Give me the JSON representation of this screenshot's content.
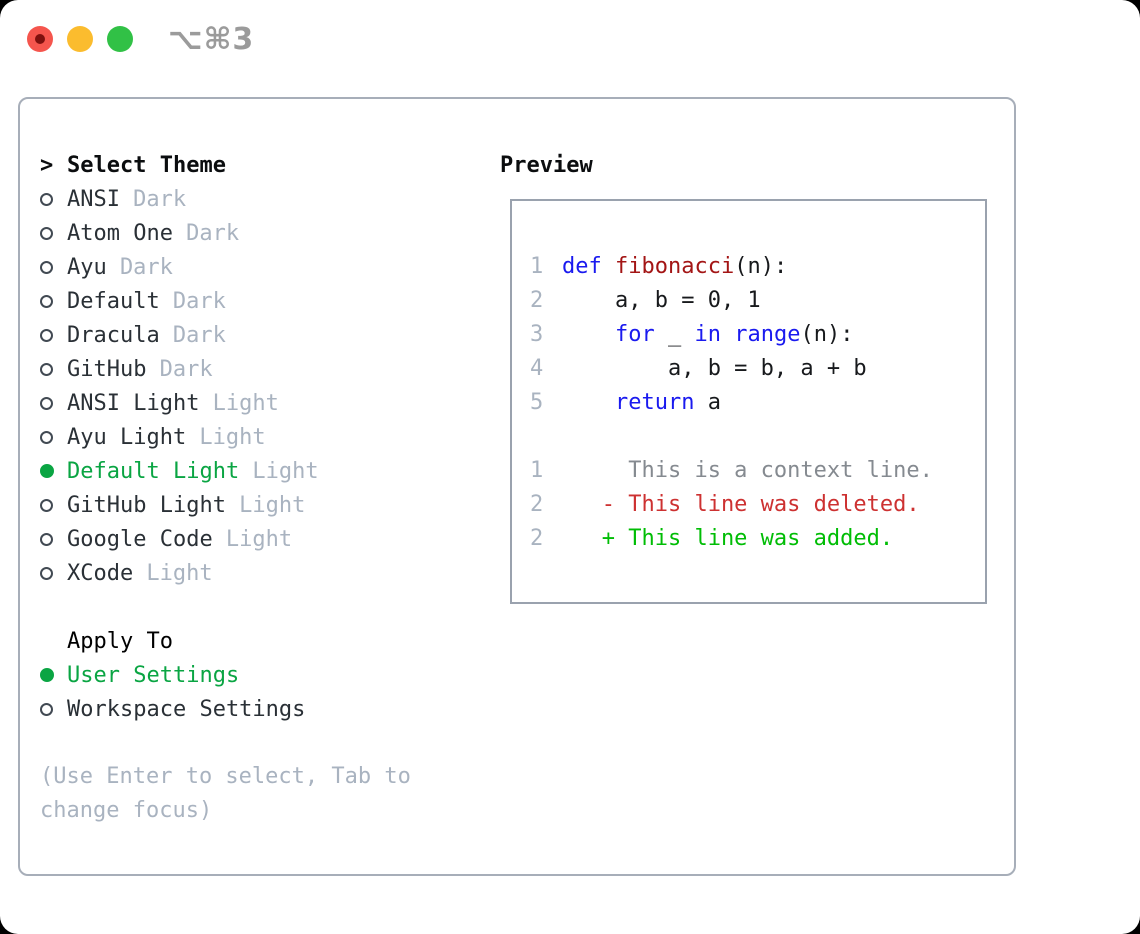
{
  "window": {
    "shortcut": "⌥⌘3"
  },
  "colors": {
    "sel": "#0aa543",
    "kw": "#1a1aef",
    "fn": "#a31515",
    "del": "#cd3131",
    "add": "#00bd05"
  },
  "select_theme": {
    "cursor": ">",
    "title": "Select Theme",
    "items": [
      {
        "name": "ANSI",
        "variant": "Dark",
        "selected": false
      },
      {
        "name": "Atom One",
        "variant": "Dark",
        "selected": false
      },
      {
        "name": "Ayu",
        "variant": "Dark",
        "selected": false
      },
      {
        "name": "Default",
        "variant": "Dark",
        "selected": false
      },
      {
        "name": "Dracula",
        "variant": "Dark",
        "selected": false
      },
      {
        "name": "GitHub",
        "variant": "Dark",
        "selected": false
      },
      {
        "name": "ANSI Light",
        "variant": "Light",
        "selected": false
      },
      {
        "name": "Ayu Light",
        "variant": "Light",
        "selected": false
      },
      {
        "name": "Default Light",
        "variant": "Light",
        "selected": true
      },
      {
        "name": "GitHub Light",
        "variant": "Light",
        "selected": false
      },
      {
        "name": "Google Code",
        "variant": "Light",
        "selected": false
      },
      {
        "name": "XCode",
        "variant": "Light",
        "selected": false
      }
    ]
  },
  "apply_to": {
    "title": "Apply To",
    "items": [
      {
        "name": "User Settings",
        "variant": "",
        "selected": true
      },
      {
        "name": "Workspace Settings",
        "variant": "",
        "selected": false
      }
    ]
  },
  "help": "(Use Enter to select, Tab to change focus)",
  "preview": {
    "title": "Preview",
    "lines": [
      {
        "num": "1",
        "segs": [
          {
            "t": "def",
            "c": "kw"
          },
          {
            "t": " ",
            "c": "plain"
          },
          {
            "t": "fibonacci",
            "c": "fn"
          },
          {
            "t": "(n):",
            "c": "plain"
          }
        ]
      },
      {
        "num": "2",
        "segs": [
          {
            "t": "    a, b = 0, 1",
            "c": "plain"
          }
        ]
      },
      {
        "num": "3",
        "segs": [
          {
            "t": "    ",
            "c": "plain"
          },
          {
            "t": "for",
            "c": "kw"
          },
          {
            "t": " _ ",
            "c": "plain"
          },
          {
            "t": "in",
            "c": "kw"
          },
          {
            "t": " ",
            "c": "plain"
          },
          {
            "t": "range",
            "c": "kw"
          },
          {
            "t": "(n):",
            "c": "plain"
          }
        ]
      },
      {
        "num": "4",
        "segs": [
          {
            "t": "        a, b = b, a + b",
            "c": "plain"
          }
        ]
      },
      {
        "num": "5",
        "segs": [
          {
            "t": "    ",
            "c": "plain"
          },
          {
            "t": "return",
            "c": "kw"
          },
          {
            "t": " a",
            "c": "plain"
          }
        ]
      },
      {
        "num": "",
        "segs": []
      },
      {
        "num": "1",
        "segs": [
          {
            "t": "     This is a context line.",
            "c": "ctx"
          }
        ]
      },
      {
        "num": "2",
        "segs": [
          {
            "t": "   - This line was deleted.",
            "c": "del"
          }
        ]
      },
      {
        "num": "2",
        "segs": [
          {
            "t": "   + This line was added.",
            "c": "add"
          }
        ]
      }
    ]
  }
}
